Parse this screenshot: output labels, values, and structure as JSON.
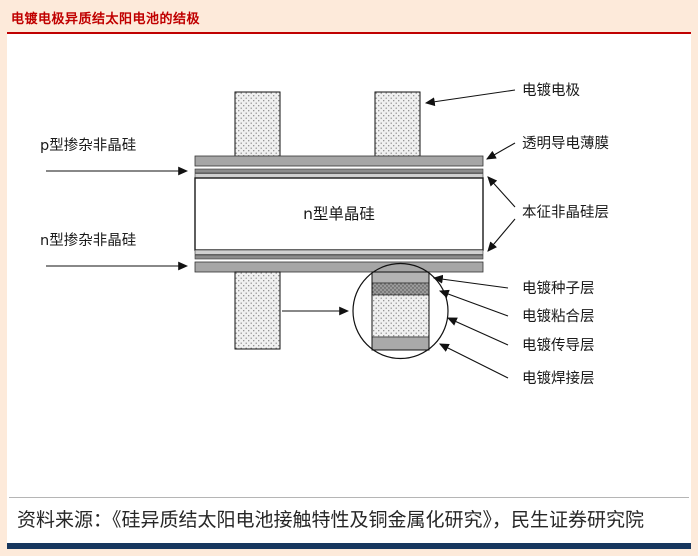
{
  "title": "电镀电极异质结太阳电池的结极",
  "diagram": {
    "center_label": "n型单晶硅",
    "left_labels": {
      "p_doped": "p型掺杂非晶硅",
      "n_doped": "n型掺杂非晶硅"
    },
    "right_labels": {
      "electrode": "电镀电极",
      "tco": "透明导电薄膜",
      "intrinsic": "本征非晶硅层",
      "seed": "电镀种子层",
      "adhesion": "电镀粘合层",
      "conduction": "电镀传导层",
      "welding": "电镀焊接层"
    }
  },
  "source_text": "资料来源：《硅异质结太阳电池接触特性及铜金属化研究》，民生证券研究院",
  "colors": {
    "title_red": "#c00000",
    "page_background": "#fdeada",
    "bottom_bar_navy": "#17375e"
  }
}
